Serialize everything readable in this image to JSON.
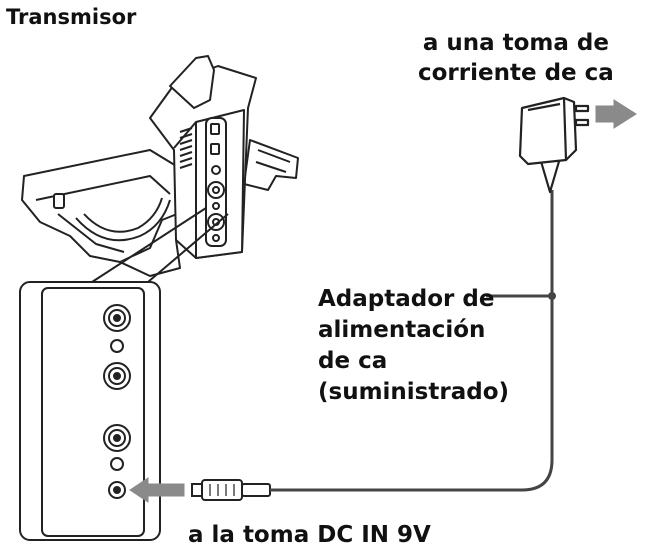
{
  "labels": {
    "transmitter": "Transmisor",
    "outlet_line1": "a una toma de",
    "outlet_line2": "corriente de ca",
    "adapter_line1": "Adaptador de",
    "adapter_line2": "alimentación",
    "adapter_line3": "de ca",
    "adapter_line4": "(suministrado)",
    "dc_jack": "a la toma DC IN 9V"
  },
  "colors": {
    "line": "#222222",
    "arrow_fill": "#8a8a8a",
    "cable": "#555555",
    "background": "#ffffff"
  },
  "icons": {
    "arrow_to_outlet": "arrow-right-icon",
    "arrow_to_jack": "arrow-left-icon"
  }
}
